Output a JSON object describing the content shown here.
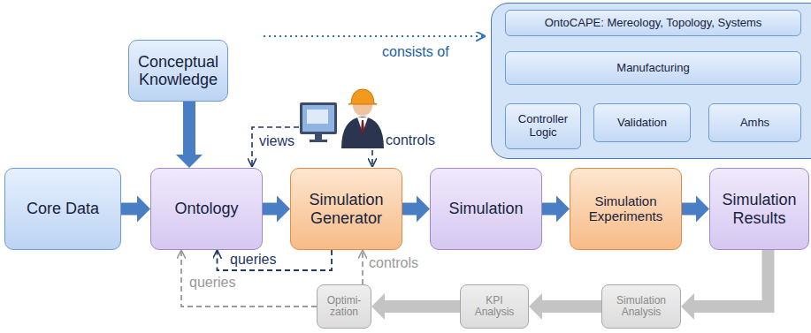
{
  "diagram": {
    "nodes": [
      {
        "text": [
          "Conceptual Knowledge"
        ]
      },
      {
        "text": []
      },
      {
        "text": [
          "OntoCAPE: Mereology, Topology, Systems"
        ],
        "in": 1
      },
      {
        "text": [
          "Manufacturing"
        ],
        "in": 1
      },
      {
        "text": [
          "Controller Logic"
        ],
        "in": 1
      },
      {
        "text": [
          "Validation"
        ],
        "in": 1
      },
      {
        "text": [
          "Amhs"
        ],
        "in": 1
      },
      {
        "text": [
          "Core Data"
        ]
      },
      {
        "text": [
          "Ontology"
        ]
      },
      {
        "text": [
          "Simulation Generator"
        ]
      },
      {
        "text": [
          "Simulation"
        ]
      },
      {
        "text": [
          "Simulation Experiments"
        ]
      },
      {
        "text": [
          "Simulation Results"
        ]
      },
      {
        "text": [
          "Simulation Analysis"
        ]
      },
      {
        "text": [
          "KPI Analysis"
        ]
      },
      {
        "text": [
          "Optimi-zation"
        ]
      }
    ],
    "edges": [
      {
        "from": 0,
        "to": 1,
        "label": "consists of",
        "arrow": "to"
      },
      {
        "from": 7,
        "to": 8,
        "arrow": "to"
      },
      {
        "from": 0,
        "to": 8,
        "arrow": "to"
      },
      {
        "from": 8,
        "to": 9,
        "arrow": "to"
      },
      {
        "from": 9,
        "to": 10,
        "arrow": "to"
      },
      {
        "from": 10,
        "to": 11,
        "arrow": "to"
      },
      {
        "from": 11,
        "to": 12,
        "arrow": "to"
      },
      {
        "from": 12,
        "to": 13,
        "arrow": "to"
      },
      {
        "from": 13,
        "to": 14,
        "arrow": "to"
      },
      {
        "from": 14,
        "to": 15,
        "arrow": "to"
      },
      {
        "from": 9,
        "to": 8,
        "label": "queries",
        "arrow": "to"
      },
      {
        "from": 15,
        "to": 8,
        "label": "queries",
        "arrow": "to"
      },
      {
        "from": 15,
        "to": 9,
        "label": "controls",
        "arrow": "to"
      }
    ],
    "labels": [
      "views",
      "controls"
    ]
  }
}
